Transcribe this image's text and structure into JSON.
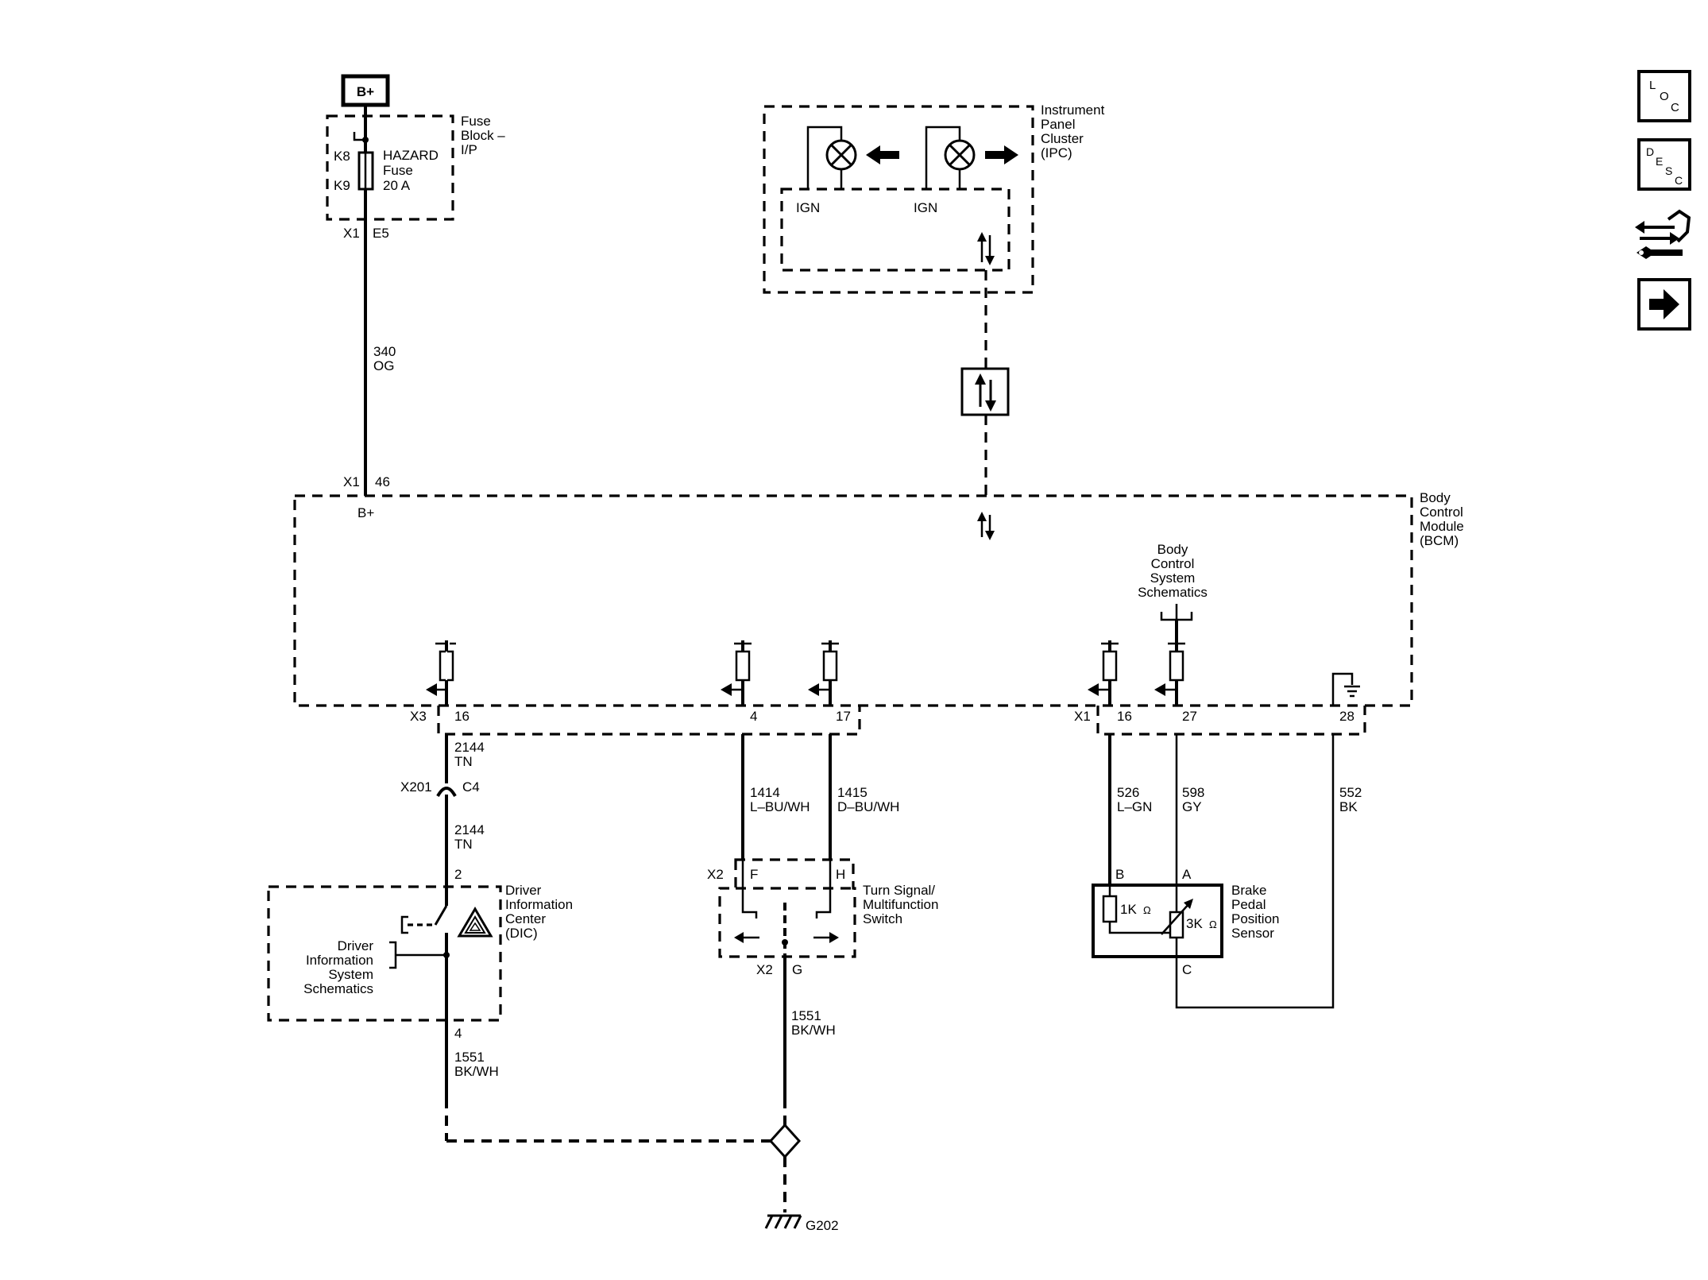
{
  "supply": {
    "label": "B+"
  },
  "fuse_block": {
    "title": [
      "Fuse",
      "Block –",
      "I/P"
    ],
    "pin_in": "K8",
    "pin_out": "K9",
    "fuse_name": "HAZARD",
    "fuse_word": "Fuse",
    "fuse_rating": "20 A",
    "conn": "X1",
    "conn_pin": "E5"
  },
  "wire_340": {
    "circuit": "340",
    "color": "OG"
  },
  "bcm": {
    "title": [
      "Body",
      "Control",
      "Module",
      "(BCM)"
    ],
    "top_conn": "X1",
    "top_pin": "46",
    "bplus": "B+",
    "conn_x3": "X3",
    "pin_16a": "16",
    "pin_4": "4",
    "pin_17": "17",
    "conn_x1": "X1",
    "pin_16b": "16",
    "pin_27": "27",
    "pin_28": "28"
  },
  "body_ref": [
    "Body",
    "Control",
    "System",
    "Schematics"
  ],
  "ipc": {
    "title": [
      "Instrument",
      "Panel",
      "Cluster",
      "(IPC)"
    ],
    "ign_left": "IGN",
    "ign_right": "IGN"
  },
  "wire_2144_upper": {
    "circuit": "2144",
    "color": "TN"
  },
  "inline_conn": {
    "name": "X201",
    "pin": "C4"
  },
  "wire_2144_lower": {
    "circuit": "2144",
    "color": "TN"
  },
  "dic": {
    "title": [
      "Driver",
      "Information",
      "Center",
      "(DIC)"
    ],
    "pin_top": "2",
    "pin_bottom": "4",
    "ref": [
      "Driver",
      "Information",
      "System",
      "Schematics"
    ]
  },
  "wire_1551_left": {
    "circuit": "1551",
    "color": "BK/WH"
  },
  "wire_1414": {
    "circuit": "1414",
    "color": "L–BU/WH"
  },
  "wire_1415": {
    "circuit": "1415",
    "color": "D–BU/WH"
  },
  "turn_switch": {
    "title": [
      "Turn Signal/",
      "Multifunction",
      "Switch"
    ],
    "conn_top": "X2",
    "pin_f": "F",
    "pin_h": "H",
    "conn_bottom": "X2",
    "pin_g": "G"
  },
  "wire_1551_mid": {
    "circuit": "1551",
    "color": "BK/WH"
  },
  "wire_526": {
    "circuit": "526",
    "color": "L–GN"
  },
  "wire_598": {
    "circuit": "598",
    "color": "GY"
  },
  "wire_552": {
    "circuit": "552",
    "color": "BK"
  },
  "brake_sensor": {
    "title": [
      "Brake",
      "Pedal",
      "Position",
      "Sensor"
    ],
    "pin_b": "B",
    "pin_a": "A",
    "pin_c": "C",
    "r1": "1K",
    "r2": "3K",
    "ohm": "Ω"
  },
  "ground": {
    "name": "G202"
  },
  "nav": {
    "loc": {
      "l1": "L",
      "l2": "O",
      "l3": "C"
    },
    "desc": {
      "l1": "D",
      "l2": "E",
      "l3": "S",
      "l4": "C"
    },
    "repair": {
      "icon": "repair-icon"
    },
    "next": {
      "icon": "right-arrow-icon"
    }
  }
}
